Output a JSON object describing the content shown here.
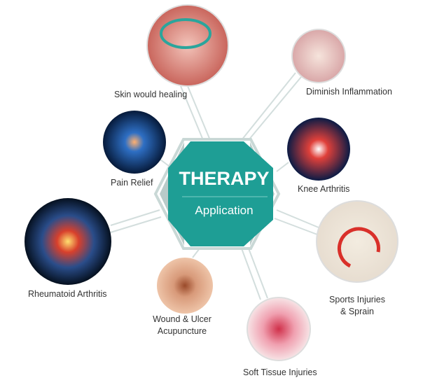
{
  "center": {
    "title": "THERAPY",
    "subtitle": "Application"
  },
  "colors": {
    "teal": "#1e9e95",
    "hex_outline": "#c9d8d6",
    "line": "#d3dedd",
    "text": "#333333"
  },
  "items": [
    {
      "label": "Skin would healing",
      "icon": "skin-cells-image"
    },
    {
      "label": "Diminish Inflammation",
      "icon": "inflamed-cells-image"
    },
    {
      "label": "Pain Relief",
      "icon": "neuron-image"
    },
    {
      "label": "Knee Arthritis",
      "icon": "knee-image"
    },
    {
      "label": "Rheumatoid Arthritis",
      "icon": "hand-xray-image"
    },
    {
      "label": "Sports Injuries",
      "label2": "& Sprain",
      "icon": "ankle-image"
    },
    {
      "label": "Wound & Ulcer",
      "label2": "Acupuncture",
      "icon": "skin-wound-image"
    },
    {
      "label": "Soft Tissue Injuries",
      "icon": "soft-tissue-image"
    }
  ]
}
